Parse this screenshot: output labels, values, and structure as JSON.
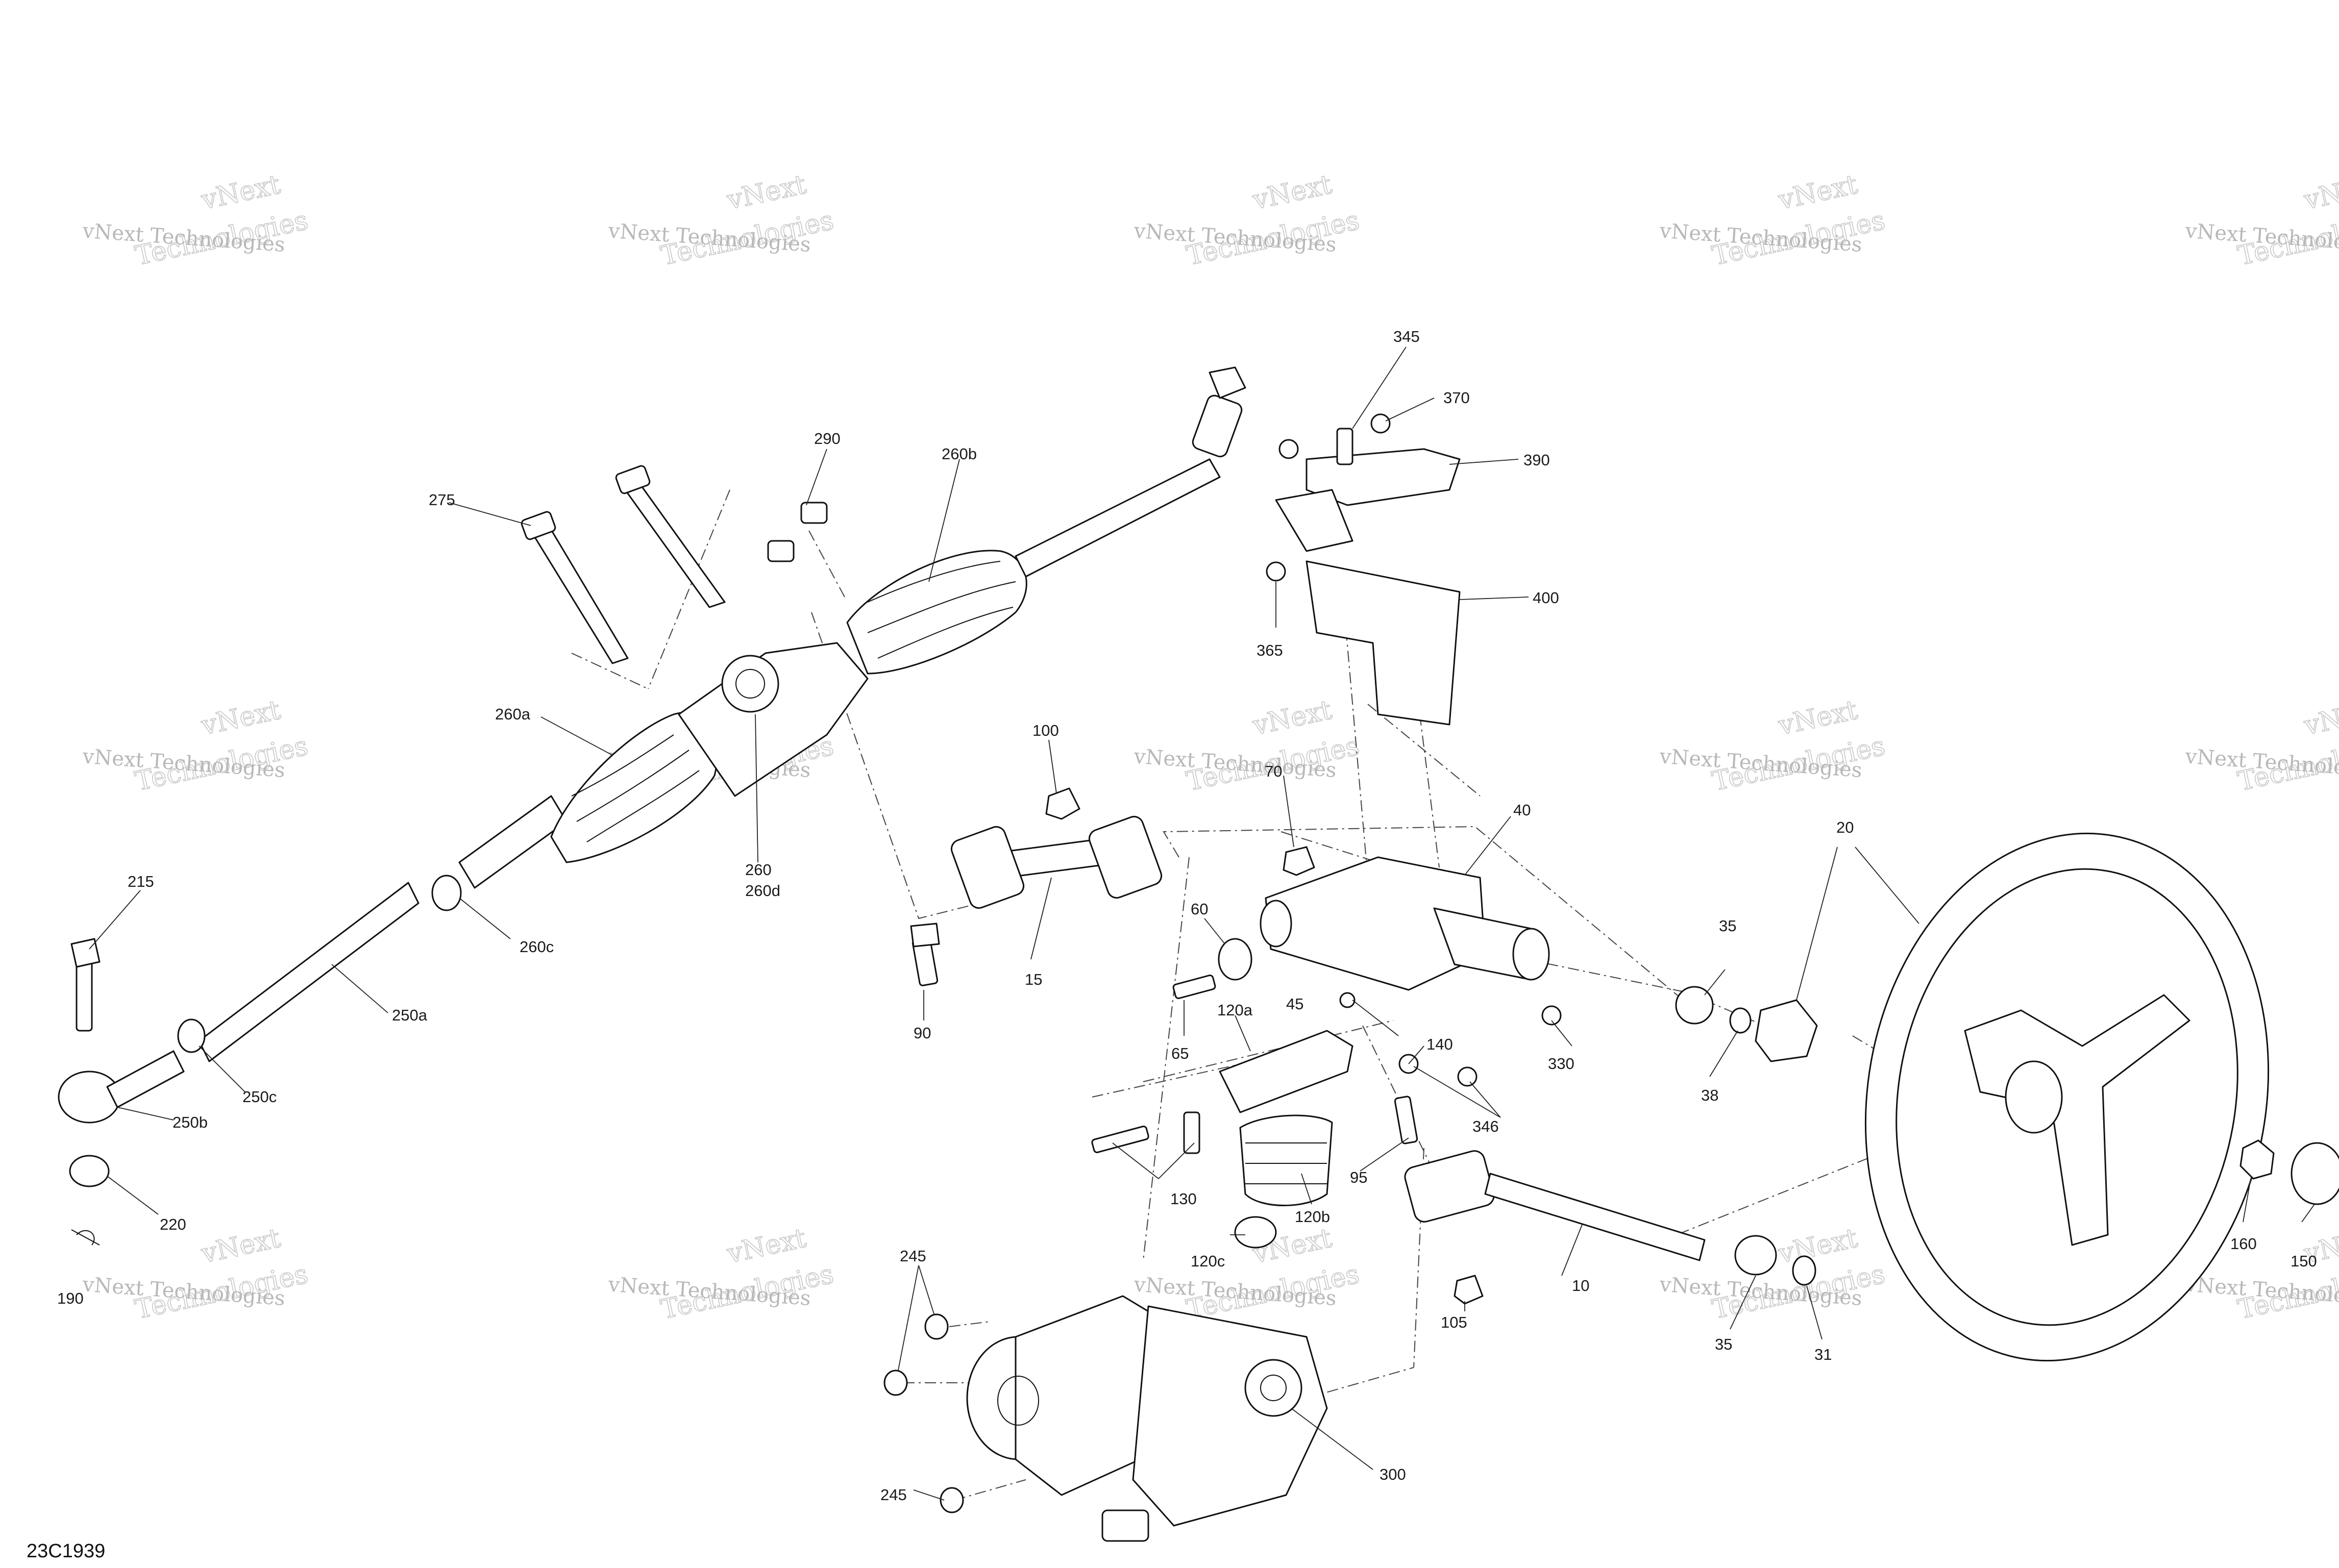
{
  "diagram_code": "23C1939",
  "watermark": {
    "line1": "vNext Technologies",
    "line2": "vNext",
    "line3": "Technologies"
  },
  "callouts": [
    "275",
    "290",
    "260b",
    "345",
    "370",
    "390",
    "400",
    "365",
    "260a",
    "260",
    "260d",
    "260c",
    "215",
    "250a",
    "250c",
    "250b",
    "220",
    "190",
    "100",
    "70",
    "40",
    "20",
    "15",
    "90",
    "60",
    "65",
    "120a",
    "45",
    "140",
    "330",
    "35",
    "38",
    "346",
    "130",
    "95",
    "120b",
    "120c",
    "10",
    "160",
    "150",
    "245",
    "245",
    "300",
    "105",
    "35",
    "31"
  ]
}
